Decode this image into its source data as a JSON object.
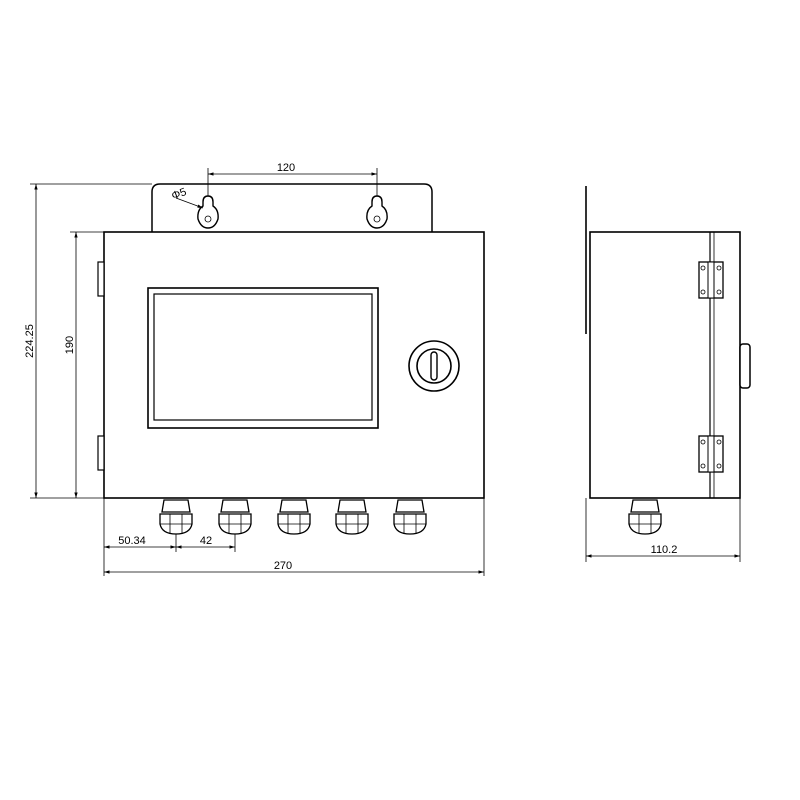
{
  "dimensions": {
    "hole_spacing": "120",
    "hole_diameter": "Φ5",
    "total_height": "224.25",
    "box_height": "190",
    "total_width": "270",
    "first_gland_offset": "50.34",
    "gland_pitch": "42",
    "side_depth": "110.2"
  },
  "colors": {
    "line": "#000000",
    "background": "#ffffff"
  }
}
